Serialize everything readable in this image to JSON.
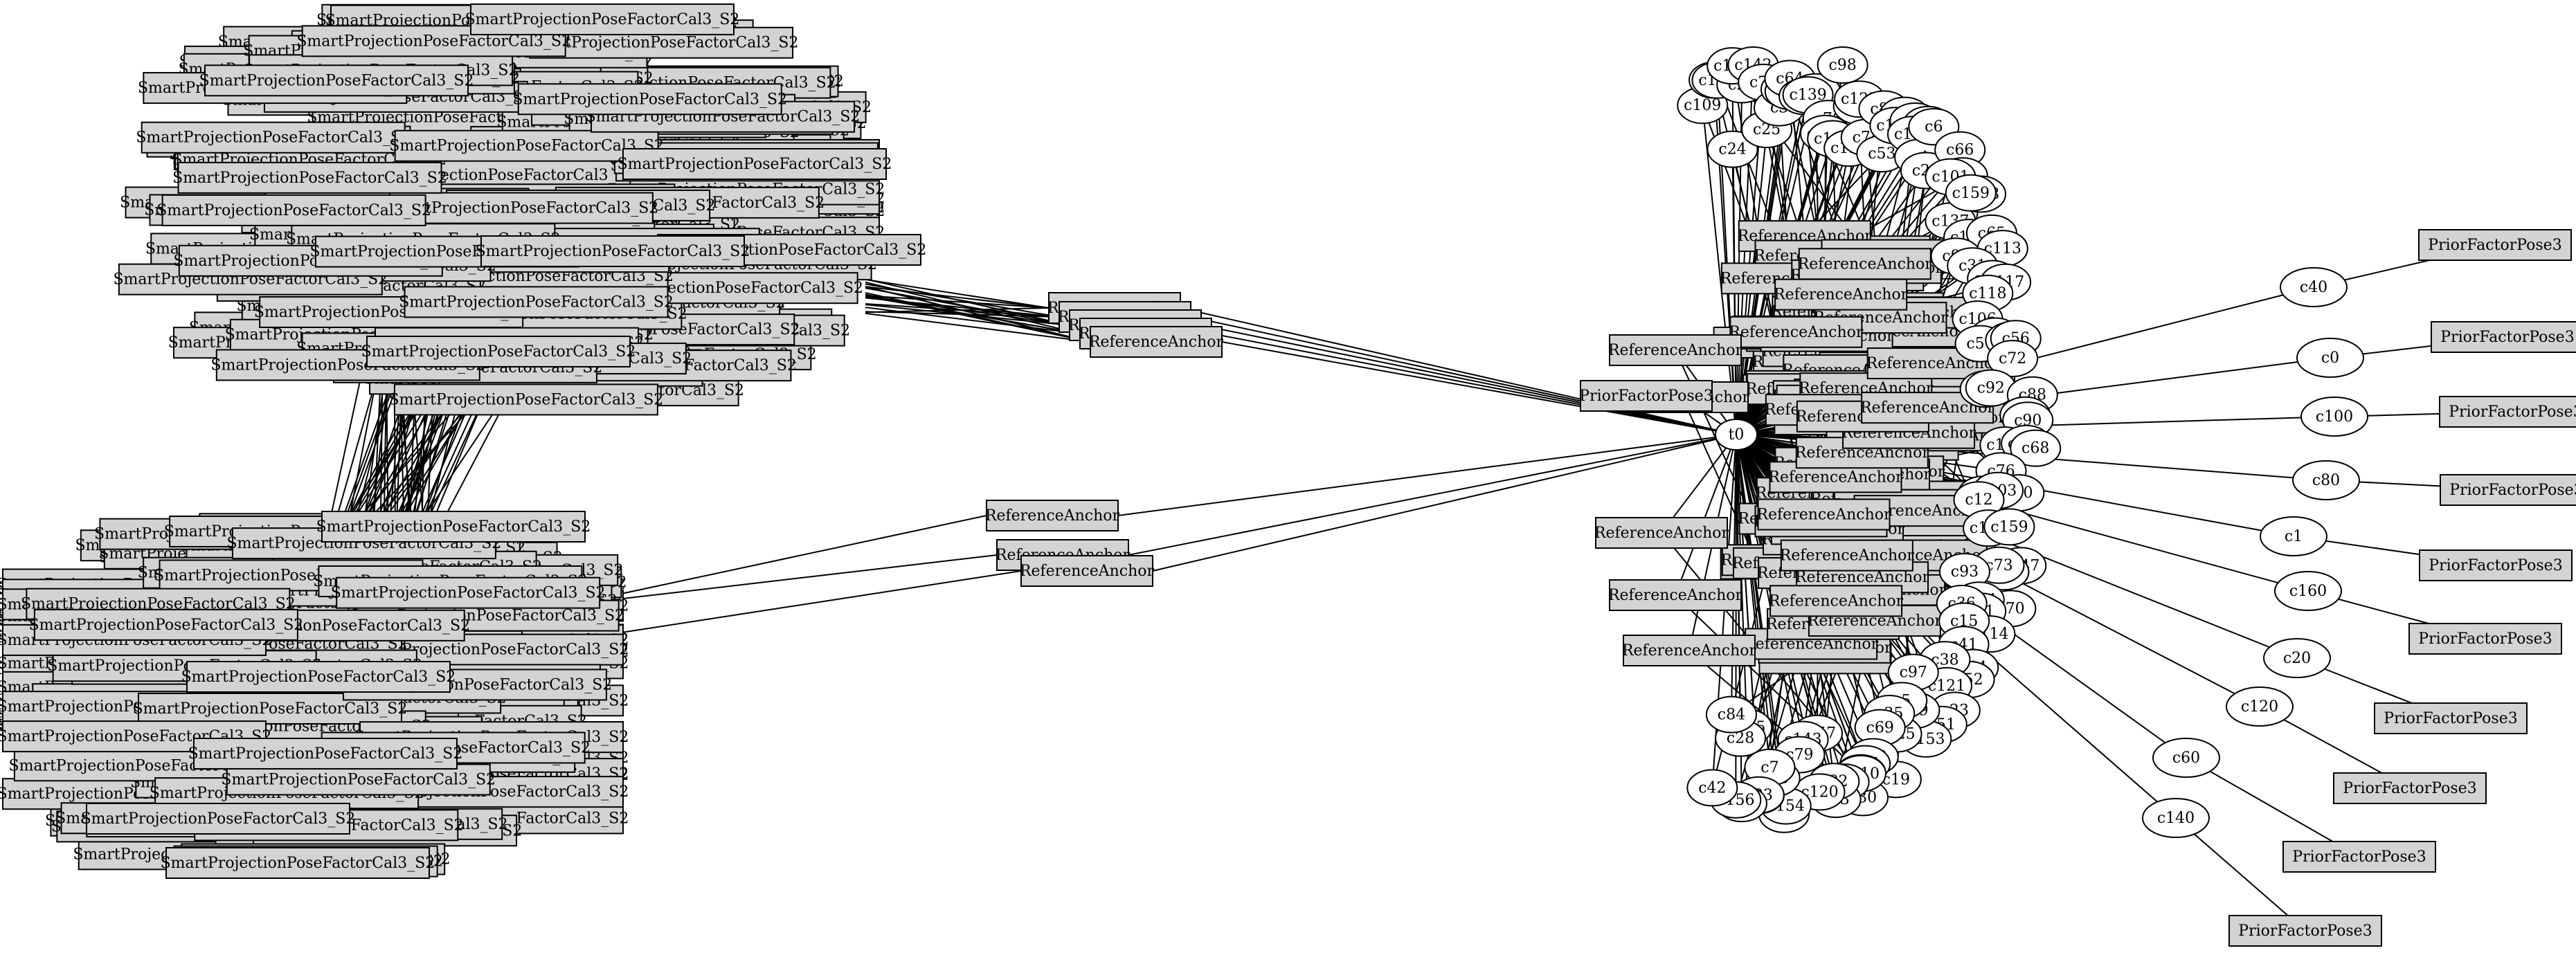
{
  "graph": {
    "center_node": "t0",
    "factor_label": "SmartProjectionPoseFactorCal3_S2",
    "anchor_label": "ReferenceAnchor",
    "prior_label": "PriorFactorPose3",
    "calib_nodes": [
      "c109",
      "c2",
      "c148",
      "c24",
      "c29",
      "c146",
      "c142",
      "c25",
      "c77",
      "c3",
      "c17",
      "c62",
      "c64",
      "c136",
      "c26",
      "c139",
      "c76",
      "c111",
      "c98",
      "c108",
      "c132",
      "c93",
      "c127",
      "c74",
      "c89",
      "c53",
      "c96",
      "c155",
      "c94",
      "c10",
      "c161",
      "c4",
      "c6",
      "c21",
      "c66",
      "c81",
      "c101",
      "c137",
      "c148",
      "c159",
      "c134",
      "c65",
      "c99",
      "c113",
      "c31",
      "c130",
      "c117",
      "c118",
      "c106",
      "c49",
      "c57",
      "c141",
      "c56",
      "c72",
      "c158",
      "c92",
      "c88",
      "c37",
      "c90",
      "c151",
      "c135",
      "c68",
      "c76",
      "c50",
      "c145",
      "c103",
      "c12",
      "c128",
      "c159",
      "c147",
      "c107",
      "c73",
      "c70",
      "c93",
      "c131",
      "c91",
      "c114",
      "c36",
      "c15",
      "c41",
      "c44",
      "c52",
      "c38",
      "c121",
      "c23",
      "c51",
      "c97",
      "c153",
      "c39",
      "c5",
      "c125",
      "c35",
      "c19",
      "c69",
      "c43",
      "c45",
      "c30",
      "c34",
      "c110",
      "c95",
      "c33",
      "c82",
      "c157",
      "c120",
      "c143",
      "c79",
      "c54",
      "c154",
      "c16",
      "c7",
      "c75",
      "c83",
      "c46",
      "c105",
      "c156",
      "c28",
      "c42",
      "c84"
    ],
    "calib_nodes_right": [
      "c40",
      "c0",
      "c100",
      "c80",
      "c1",
      "c160",
      "c20",
      "c120",
      "c60",
      "c140"
    ]
  }
}
